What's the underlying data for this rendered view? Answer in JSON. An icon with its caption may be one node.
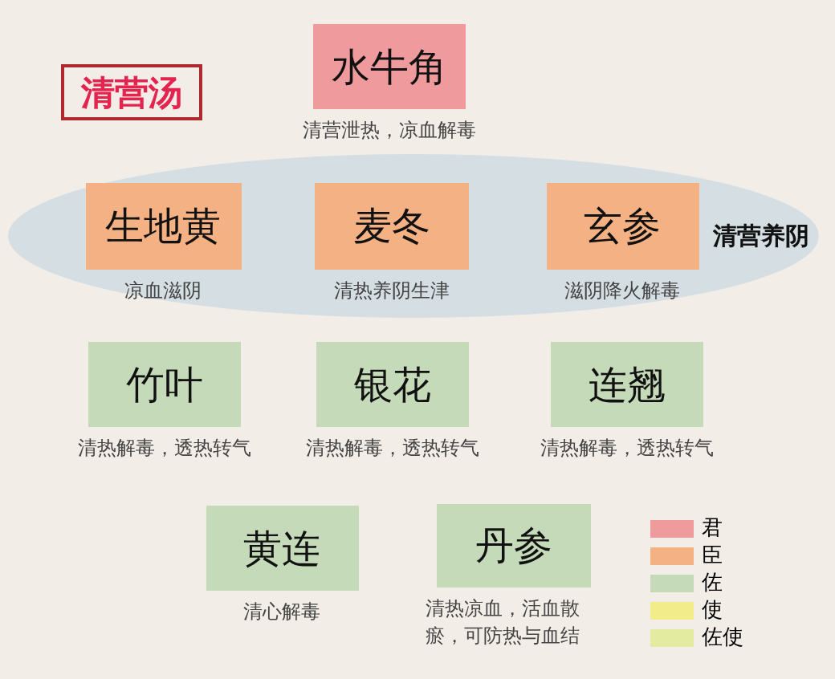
{
  "diagram": {
    "title": "清营汤",
    "nodes": [
      {
        "text": [
          "水牛角"
        ],
        "beside": [
          "清营泄热，凉血解毒"
        ]
      },
      {
        "text": [
          "清营养阴"
        ]
      },
      {
        "text": [
          "生地黄"
        ],
        "in": 1,
        "beside": [
          "凉血滋阴"
        ]
      },
      {
        "text": [
          "麦冬"
        ],
        "in": 1,
        "beside": [
          "清热养阴生津"
        ]
      },
      {
        "text": [
          "玄参"
        ],
        "in": 1,
        "beside": [
          "滋阴降火解毒"
        ]
      },
      {
        "text": [
          "竹叶"
        ],
        "beside": [
          "清热解毒，透热转气"
        ]
      },
      {
        "text": [
          "银花"
        ],
        "beside": [
          "清热解毒，透热转气"
        ]
      },
      {
        "text": [
          "连翘"
        ],
        "beside": [
          "清热解毒，透热转气"
        ]
      },
      {
        "text": [
          "黄连"
        ],
        "beside": [
          "清心解毒"
        ]
      },
      {
        "text": [
          "丹参"
        ],
        "beside": [
          "清热凉血，活血散瘀，可防热与血结"
        ]
      }
    ],
    "legend": [
      {
        "text": "君",
        "color": "#ef9a9c"
      },
      {
        "text": "臣",
        "color": "#f4b183"
      },
      {
        "text": "佐",
        "color": "#c5dab8"
      },
      {
        "text": "使",
        "color": "#f3ec8a"
      },
      {
        "text": "佐使",
        "color": "#e2eba0"
      }
    ]
  }
}
